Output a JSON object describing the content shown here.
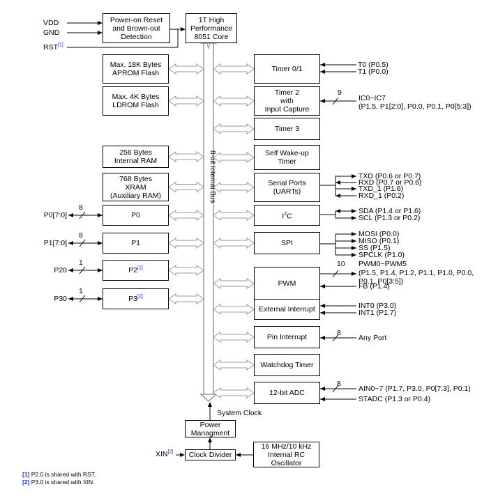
{
  "core": {
    "power_reset": [
      "Power-on Reset",
      "and Brown-out",
      "Detection"
    ],
    "cpu": [
      "1T High",
      "Performance",
      "8051 Core"
    ]
  },
  "left_blocks": [
    {
      "id": "aprom",
      "lines": [
        "Max. 18K Bytes",
        "APROM Flash"
      ]
    },
    {
      "id": "ldrom",
      "lines": [
        "Max. 4K Bytes",
        "LDROM Flash"
      ]
    },
    {
      "id": "ram",
      "lines": [
        "256 Bytes",
        "Internal RAM"
      ]
    },
    {
      "id": "xram",
      "lines": [
        "768 Bytes",
        "XRAM",
        "(Auxiliary RAM)"
      ]
    }
  ],
  "ports": [
    {
      "id": "p0",
      "name": "P0",
      "ext": "P0[7:0]",
      "width": "8",
      "note": ""
    },
    {
      "id": "p1",
      "name": "P1",
      "ext": "P1[7:0]",
      "width": "8",
      "note": ""
    },
    {
      "id": "p2",
      "name": "P2",
      "ext": "P20",
      "width": "1",
      "note": "[1]"
    },
    {
      "id": "p3",
      "name": "P3",
      "ext": "P30",
      "width": "1",
      "note": "[2]"
    }
  ],
  "bus_label": "8-bit Internal Bus",
  "right_blocks": [
    {
      "id": "timer01",
      "lines": [
        "Timer 0/1"
      ]
    },
    {
      "id": "timer2",
      "lines": [
        "Timer 2",
        "with",
        "Input Capture"
      ]
    },
    {
      "id": "timer3",
      "lines": [
        "Timer 3"
      ]
    },
    {
      "id": "wakeup",
      "lines": [
        "Self Wake-up",
        "Timer"
      ]
    },
    {
      "id": "uart",
      "lines": [
        "Serial Ports",
        "(UARTs)"
      ]
    },
    {
      "id": "i2c",
      "lines": [
        "I",
        "C"
      ],
      "sup": "2"
    },
    {
      "id": "spi",
      "lines": [
        "SPI"
      ]
    },
    {
      "id": "pwm",
      "lines": [
        "PWM"
      ]
    },
    {
      "id": "extint",
      "lines": [
        "External Interrupt"
      ]
    },
    {
      "id": "pinint",
      "lines": [
        "Pin Interrupt"
      ]
    },
    {
      "id": "wdt",
      "lines": [
        "Watchdog Timer"
      ]
    },
    {
      "id": "adc",
      "lines": [
        "12-bit ADC"
      ]
    }
  ],
  "signals": {
    "vdd": "VDD",
    "gnd": "GND",
    "rst": "RST",
    "rst_note": "[1]",
    "t0": "T0 (P0.5)",
    "t1": "T1 (P0.0)",
    "ic_width": "9",
    "ic": "IC0~IC7",
    "ic_pins": "(P1.5, P1[2:0], P0.0, P0.1, P0[5:3])",
    "txd": "TXD (P0.6 or P0.7)",
    "rxd": "RXD (P0.7 or P0.6)",
    "txd1": "TXD_1 (P1.6)",
    "rxd1": "RXD_1 (P0.2)",
    "sda": "SDA (P1.4 or P1.6)",
    "scl": "SCL (P1.3 or P0.2)",
    "mosi": "MOSI (P0.0)",
    "miso": "MISO (P0.1)",
    "ss": "SS (P1.5)",
    "spclk": "SPCLK (P1.0)",
    "pwm_width": "10",
    "pwm": "PWM0~PWM5",
    "pwm_pins1": "(P1.5, P1.4, P1.2, P1.1, P1.0, P0.0,",
    "pwm_pins2": "P0.1, P0[3:5])",
    "fb": "FB (P1.4)",
    "int0": "INT0 (P3.0)",
    "int1": "INT1 (P1.7)",
    "pin_width": "8",
    "anyport": "Any Port",
    "ain_width": "8",
    "ain": "AIN0~7 (P1.7, P3.0, P0[7:3],  P0.1)",
    "stadc": "STADC (P1.3 or P0.4)"
  },
  "clock": {
    "system_clock": "System Clock",
    "power_mgmt": [
      "Power",
      "Managment"
    ],
    "divider": "Clock Divider",
    "osc": [
      "16 MHz/10 kHz",
      "Internal RC",
      "Oscillator"
    ],
    "xin": "XIN",
    "xin_note": "[2]"
  },
  "footnotes": [
    {
      "tag": "[1]",
      "text": " P2.0 is shared with RST."
    },
    {
      "tag": "[2]",
      "text": " P3.0 is shared with XIN."
    }
  ]
}
